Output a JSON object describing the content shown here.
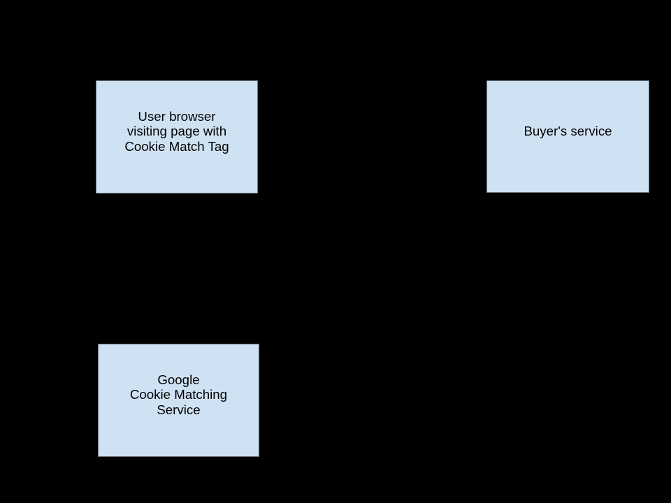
{
  "diagram": {
    "background_color": "#000000",
    "node_fill_color": "#cfe2f3",
    "node_border_color": "#68727b",
    "text_color": "#000000",
    "nodes": [
      {
        "id": "user-browser",
        "lines": [
          "User browser",
          "visiting page with",
          "Cookie Match Tag"
        ]
      },
      {
        "id": "buyers-service",
        "lines": [
          "Buyer's service"
        ]
      },
      {
        "id": "google-cookie-matching-service",
        "lines": [
          "Google",
          "Cookie Matching",
          "Service"
        ]
      }
    ]
  }
}
